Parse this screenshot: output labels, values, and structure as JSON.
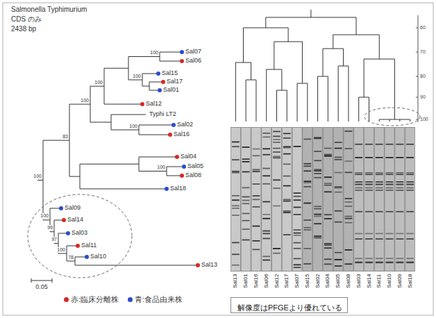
{
  "diagram": {
    "nodes": [
      {
        "text": [
          "解像度はPFGEより優れている"
        ]
      }
    ],
    "labels": [
      "Salmonella Typhimurium",
      "CDS のみ",
      "2438 bp",
      "Sal07",
      "Sal06",
      "Sal15",
      "Sal17",
      "Sal01",
      "Sal12",
      "Typhi LT2",
      "Sal02",
      "Sal16",
      "Sal04",
      "Sal05",
      "Sal08",
      "Sal18",
      "Sal09",
      "Sal14",
      "Sal03",
      "Sal11",
      "Sal10",
      "Sal13",
      "100",
      "100",
      "100",
      "100",
      "83",
      "100",
      "100",
      "100",
      "100",
      "99",
      "97",
      "100",
      "78",
      "0.05",
      "Sal13",
      "Sal01",
      "Sal16",
      "Sal06",
      "Sal12",
      "Sal17",
      "Sal07",
      "Sal15",
      "Sal02",
      "Sal04",
      "Sal05",
      "Sal08",
      "Sal03",
      "Sal14",
      "Sal11",
      "Sal10",
      "Sal09",
      "Sal18",
      "60",
      "70",
      "80",
      "90",
      "100"
    ],
    "legend": [
      {
        "text": "赤:臨床分離株",
        "color": "#d42a2a"
      },
      {
        "text": "青:食品由来株",
        "color": "#2a4ccc"
      }
    ]
  }
}
